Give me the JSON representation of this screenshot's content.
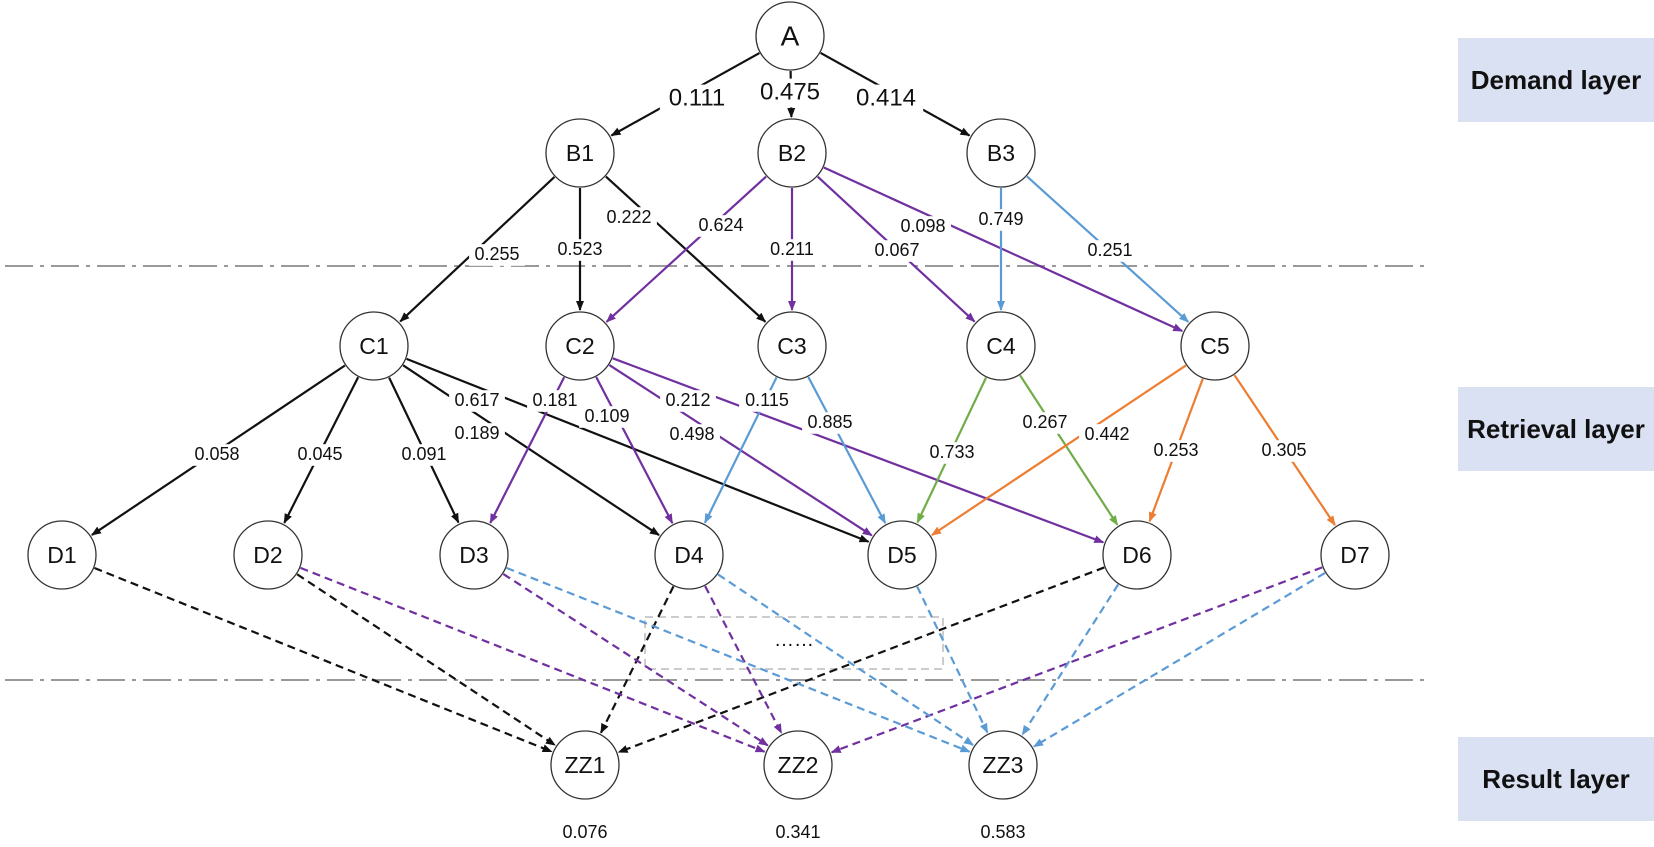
{
  "layers": [
    {
      "id": "demand",
      "label": "Demand layer"
    },
    {
      "id": "retrieval",
      "label": "Retrieval layer"
    },
    {
      "id": "result",
      "label": "Result layer"
    }
  ],
  "colors": {
    "black": "#111111",
    "purple": "#7030a0",
    "blue": "#5b9bd5",
    "green": "#70ad47",
    "orange": "#ed7d31",
    "divider": "#999999",
    "box": "#cccccc"
  },
  "nodes": [
    {
      "id": "A",
      "label": "A"
    },
    {
      "id": "B1",
      "label": "B1"
    },
    {
      "id": "B2",
      "label": "B2"
    },
    {
      "id": "B3",
      "label": "B3"
    },
    {
      "id": "C1",
      "label": "C1"
    },
    {
      "id": "C2",
      "label": "C2"
    },
    {
      "id": "C3",
      "label": "C3"
    },
    {
      "id": "C4",
      "label": "C4"
    },
    {
      "id": "C5",
      "label": "C5"
    },
    {
      "id": "D1",
      "label": "D1"
    },
    {
      "id": "D2",
      "label": "D2"
    },
    {
      "id": "D3",
      "label": "D3"
    },
    {
      "id": "D4",
      "label": "D4"
    },
    {
      "id": "D5",
      "label": "D5"
    },
    {
      "id": "D6",
      "label": "D6"
    },
    {
      "id": "D7",
      "label": "D7"
    },
    {
      "id": "ZZ1",
      "label": "ZZ1"
    },
    {
      "id": "ZZ2",
      "label": "ZZ2"
    },
    {
      "id": "ZZ3",
      "label": "ZZ3"
    }
  ],
  "edges": [
    {
      "from": "A",
      "to": "B1",
      "weight": "0.111",
      "color": "black"
    },
    {
      "from": "A",
      "to": "B2",
      "weight": "0.475",
      "color": "black"
    },
    {
      "from": "A",
      "to": "B3",
      "weight": "0.414",
      "color": "black"
    },
    {
      "from": "B1",
      "to": "C1",
      "weight": "0.255",
      "color": "black"
    },
    {
      "from": "B1",
      "to": "C2",
      "weight": "0.523",
      "color": "black"
    },
    {
      "from": "B1",
      "to": "C3",
      "weight": "0.222",
      "color": "black"
    },
    {
      "from": "B2",
      "to": "C2",
      "weight": "0.624",
      "color": "purple"
    },
    {
      "from": "B2",
      "to": "C3",
      "weight": "0.211",
      "color": "purple"
    },
    {
      "from": "B2",
      "to": "C4",
      "weight": "0.067",
      "color": "purple"
    },
    {
      "from": "B2",
      "to": "C5",
      "weight": "0.098",
      "color": "purple"
    },
    {
      "from": "B3",
      "to": "C4",
      "weight": "0.749",
      "color": "blue"
    },
    {
      "from": "B3",
      "to": "C5",
      "weight": "0.251",
      "color": "blue"
    },
    {
      "from": "C1",
      "to": "D1",
      "weight": "0.058",
      "color": "black"
    },
    {
      "from": "C1",
      "to": "D2",
      "weight": "0.045",
      "color": "black"
    },
    {
      "from": "C1",
      "to": "D3",
      "weight": "0.091",
      "color": "black"
    },
    {
      "from": "C1",
      "to": "D4",
      "weight": "0.189",
      "color": "black"
    },
    {
      "from": "C1",
      "to": "D5",
      "weight": "0.617",
      "color": "black"
    },
    {
      "from": "C2",
      "to": "D3",
      "weight": "0.181",
      "color": "purple"
    },
    {
      "from": "C2",
      "to": "D4",
      "weight": "0.109",
      "color": "purple"
    },
    {
      "from": "C2",
      "to": "D5",
      "weight": "0.498",
      "color": "purple"
    },
    {
      "from": "C2",
      "to": "D6",
      "weight": "0.212",
      "color": "purple"
    },
    {
      "from": "C3",
      "to": "D4",
      "weight": "0.115",
      "color": "blue"
    },
    {
      "from": "C3",
      "to": "D5",
      "weight": "0.885",
      "color": "blue"
    },
    {
      "from": "C4",
      "to": "D5",
      "weight": "0.733",
      "color": "green"
    },
    {
      "from": "C4",
      "to": "D6",
      "weight": "0.267",
      "color": "green"
    },
    {
      "from": "C5",
      "to": "D5",
      "weight": "0.442",
      "color": "orange"
    },
    {
      "from": "C5",
      "to": "D6",
      "weight": "0.253",
      "color": "orange"
    },
    {
      "from": "C5",
      "to": "D7",
      "weight": "0.305",
      "color": "orange"
    },
    {
      "from": "D1",
      "to": "ZZ1",
      "color": "black",
      "dashed": true
    },
    {
      "from": "D2",
      "to": "ZZ1",
      "color": "black",
      "dashed": true
    },
    {
      "from": "D4",
      "to": "ZZ1",
      "color": "black",
      "dashed": true
    },
    {
      "from": "D6",
      "to": "ZZ1",
      "color": "black",
      "dashed": true
    },
    {
      "from": "D2",
      "to": "ZZ2",
      "color": "purple",
      "dashed": true
    },
    {
      "from": "D3",
      "to": "ZZ2",
      "color": "purple",
      "dashed": true
    },
    {
      "from": "D4",
      "to": "ZZ2",
      "color": "purple",
      "dashed": true
    },
    {
      "from": "D7",
      "to": "ZZ2",
      "color": "purple",
      "dashed": true
    },
    {
      "from": "D3",
      "to": "ZZ3",
      "color": "blue",
      "dashed": true
    },
    {
      "from": "D4",
      "to": "ZZ3",
      "color": "blue",
      "dashed": true
    },
    {
      "from": "D5",
      "to": "ZZ3",
      "color": "blue",
      "dashed": true
    },
    {
      "from": "D6",
      "to": "ZZ3",
      "color": "blue",
      "dashed": true
    },
    {
      "from": "D7",
      "to": "ZZ3",
      "color": "blue",
      "dashed": true
    }
  ],
  "results": [
    {
      "node": "ZZ1",
      "value": "0.076"
    },
    {
      "node": "ZZ2",
      "value": "0.341"
    },
    {
      "node": "ZZ3",
      "value": "0.583"
    }
  ],
  "ellipsis": "……"
}
